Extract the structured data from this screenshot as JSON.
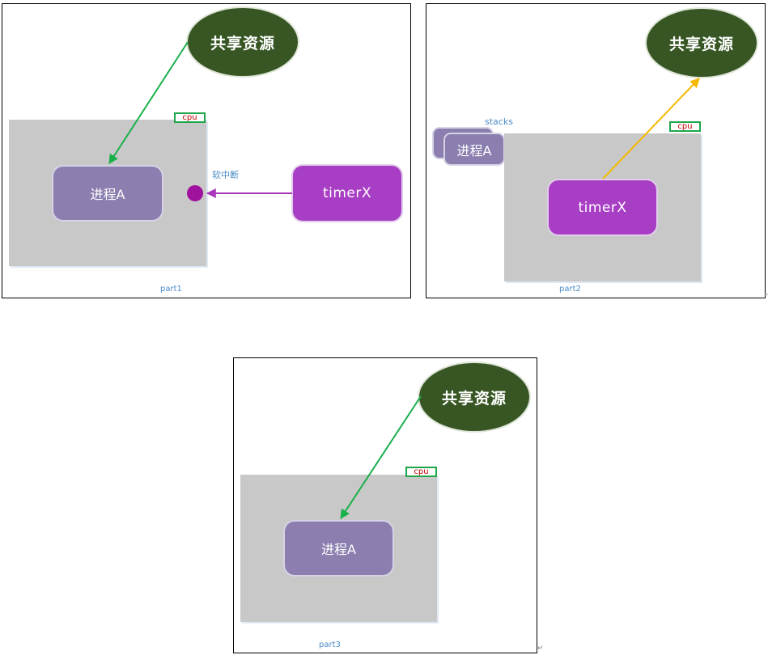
{
  "panel1": {
    "shared_resource": "共享资源",
    "cpu": "cpu",
    "process": "进程A",
    "timer": "timerX",
    "soft_irq": "软中断",
    "part": "part1"
  },
  "panel2": {
    "shared_resource": "共享资源",
    "stacks": "stacks",
    "stack_process": "进程A",
    "cpu": "cpu",
    "timer": "timerX",
    "part": "part2"
  },
  "panel3": {
    "shared_resource": "共享资源",
    "cpu": "cpu",
    "process": "进程A",
    "part": "part3"
  },
  "colors": {
    "resource": "#375623",
    "process": "#8c7fb0",
    "timer": "#a83ec4",
    "cpu_box": "#1fa64a",
    "arrow_green": "#19b04b",
    "arrow_purple": "#a839b9",
    "arrow_yellow": "#f5b800"
  }
}
